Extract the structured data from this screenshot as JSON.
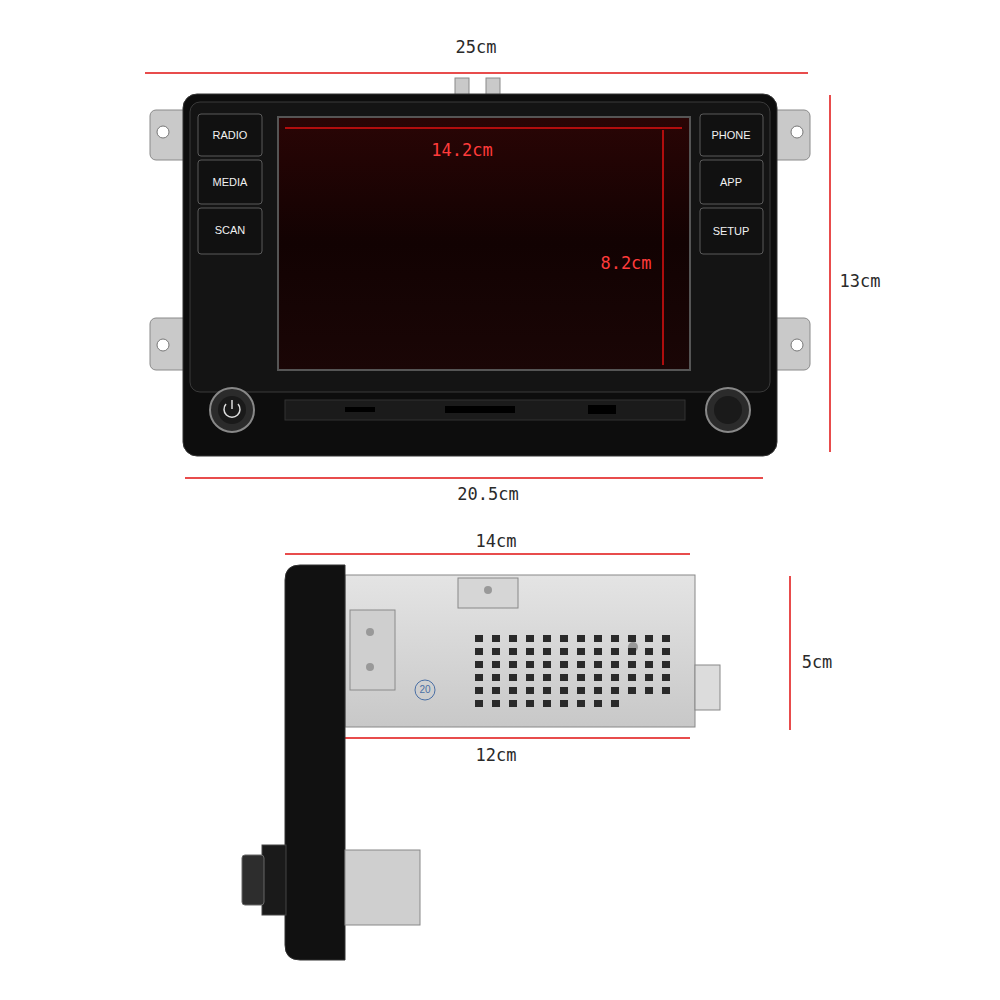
{
  "diagram": {
    "labels": [
      "25cm",
      "RADIO",
      "MEDIA",
      "SCAN",
      "14.2cm",
      "PHONE",
      "APP",
      "SETUP",
      "8.2cm",
      "13cm",
      "20.5cm",
      "14cm",
      "20",
      "5cm",
      "12cm"
    ]
  }
}
